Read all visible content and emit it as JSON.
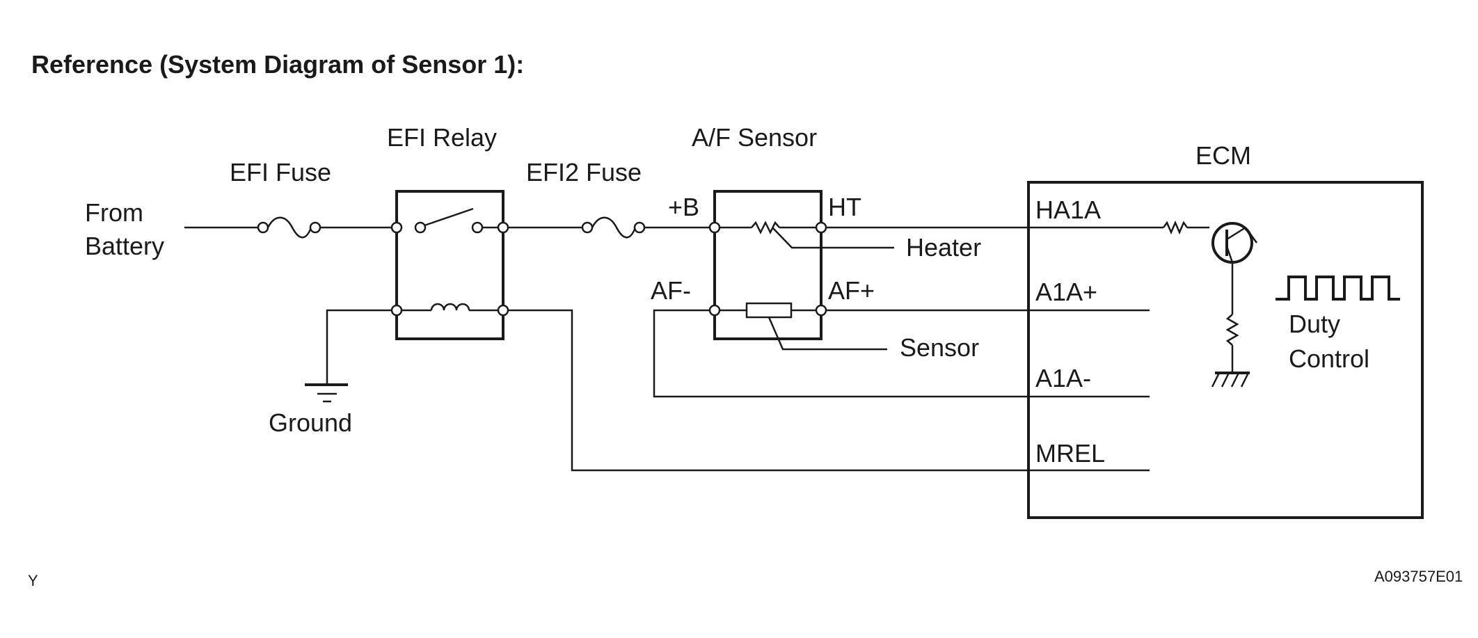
{
  "title": "Reference (System Diagram of Sensor 1):",
  "labels": {
    "from_battery_1": "From",
    "from_battery_2": "Battery",
    "efi_fuse": "EFI Fuse",
    "efi_relay": "EFI Relay",
    "efi2_fuse": "EFI2 Fuse",
    "af_sensor": "A/F Sensor",
    "ecm": "ECM",
    "ground": "Ground",
    "heater": "Heater",
    "sensor": "Sensor",
    "duty_1": "Duty",
    "duty_2": "Control"
  },
  "sensor_terminals": {
    "plus_b": "+B",
    "ht": "HT",
    "af_minus": "AF-",
    "af_plus": "AF+"
  },
  "ecm_terminals": {
    "ha1a": "HA1A",
    "a1a_plus": "A1A+",
    "a1a_minus": "A1A-",
    "mrel": "MREL"
  },
  "footer": {
    "left_code": "Y",
    "figure_id": "A093757E01"
  }
}
